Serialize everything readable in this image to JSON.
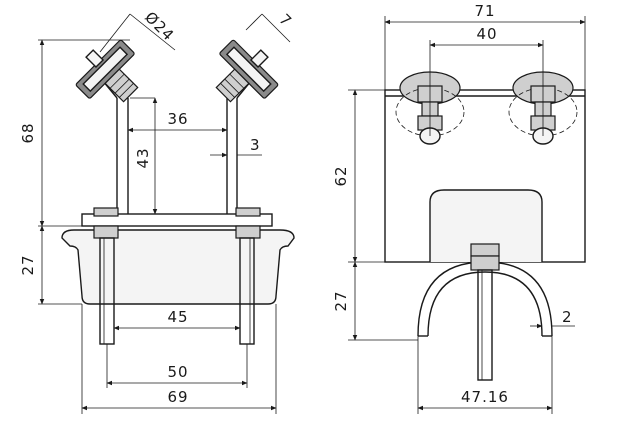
{
  "dimensions": {
    "diameter_24": "Ø24",
    "d7": "7",
    "d36": "36",
    "d3": "3",
    "d43": "43",
    "d68": "68",
    "d27_left": "27",
    "d45": "45",
    "d50": "50",
    "d69": "69",
    "d71": "71",
    "d40": "40",
    "d62": "62",
    "d27_right": "27",
    "d2": "2",
    "d47_16": "47.16"
  }
}
